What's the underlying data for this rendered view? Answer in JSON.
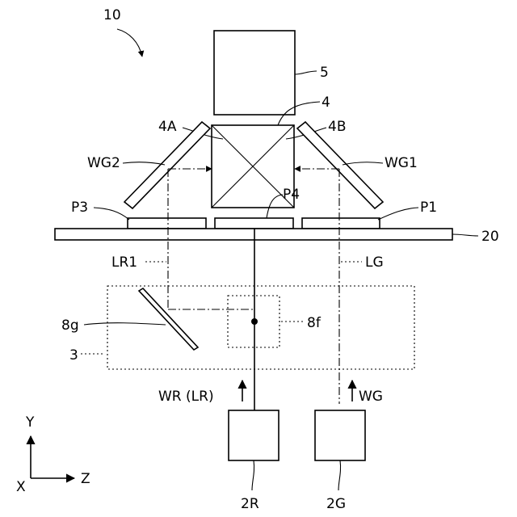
{
  "labels": {
    "figure": "10",
    "element_5": "5",
    "element_4": "4",
    "element_4A": "4A",
    "element_4B": "4B",
    "wg2": "WG2",
    "wg1": "WG1",
    "p3": "P3",
    "p1": "P1",
    "p4": "P4",
    "substrate_20": "20",
    "lr1": "LR1",
    "lg": "LG",
    "mirror_8g": "8g",
    "focus_8f": "8f",
    "optical_3": "3",
    "wr_lr": "WR (LR)",
    "wg": "WG",
    "source_2R": "2R",
    "source_2G": "2G",
    "axis_y": "Y",
    "axis_x": "X",
    "axis_z": "Z"
  }
}
